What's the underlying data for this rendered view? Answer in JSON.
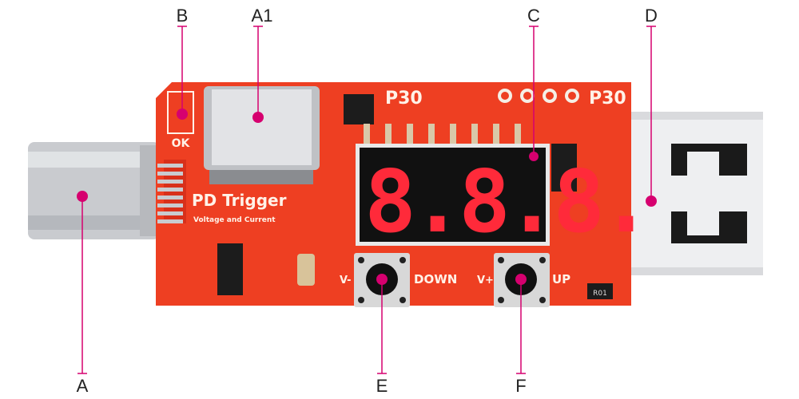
{
  "colors": {
    "callout": "#d6006f",
    "board": "#ee3f22",
    "display_segments": "#ff2a3a"
  },
  "callouts": {
    "A": "A",
    "A1": "A1",
    "B": "B",
    "C": "C",
    "D": "D",
    "E": "E",
    "F": "F"
  },
  "board": {
    "ok_label": "OK",
    "title": "PD Trigger",
    "subtitle": "Voltage and Current",
    "p30_left": "P30",
    "p30_right": "P30",
    "v_minus": "V-",
    "down": "DOWN",
    "v_plus": "V+",
    "up": "UP",
    "resistor": "R01",
    "display": "8.8.8."
  }
}
